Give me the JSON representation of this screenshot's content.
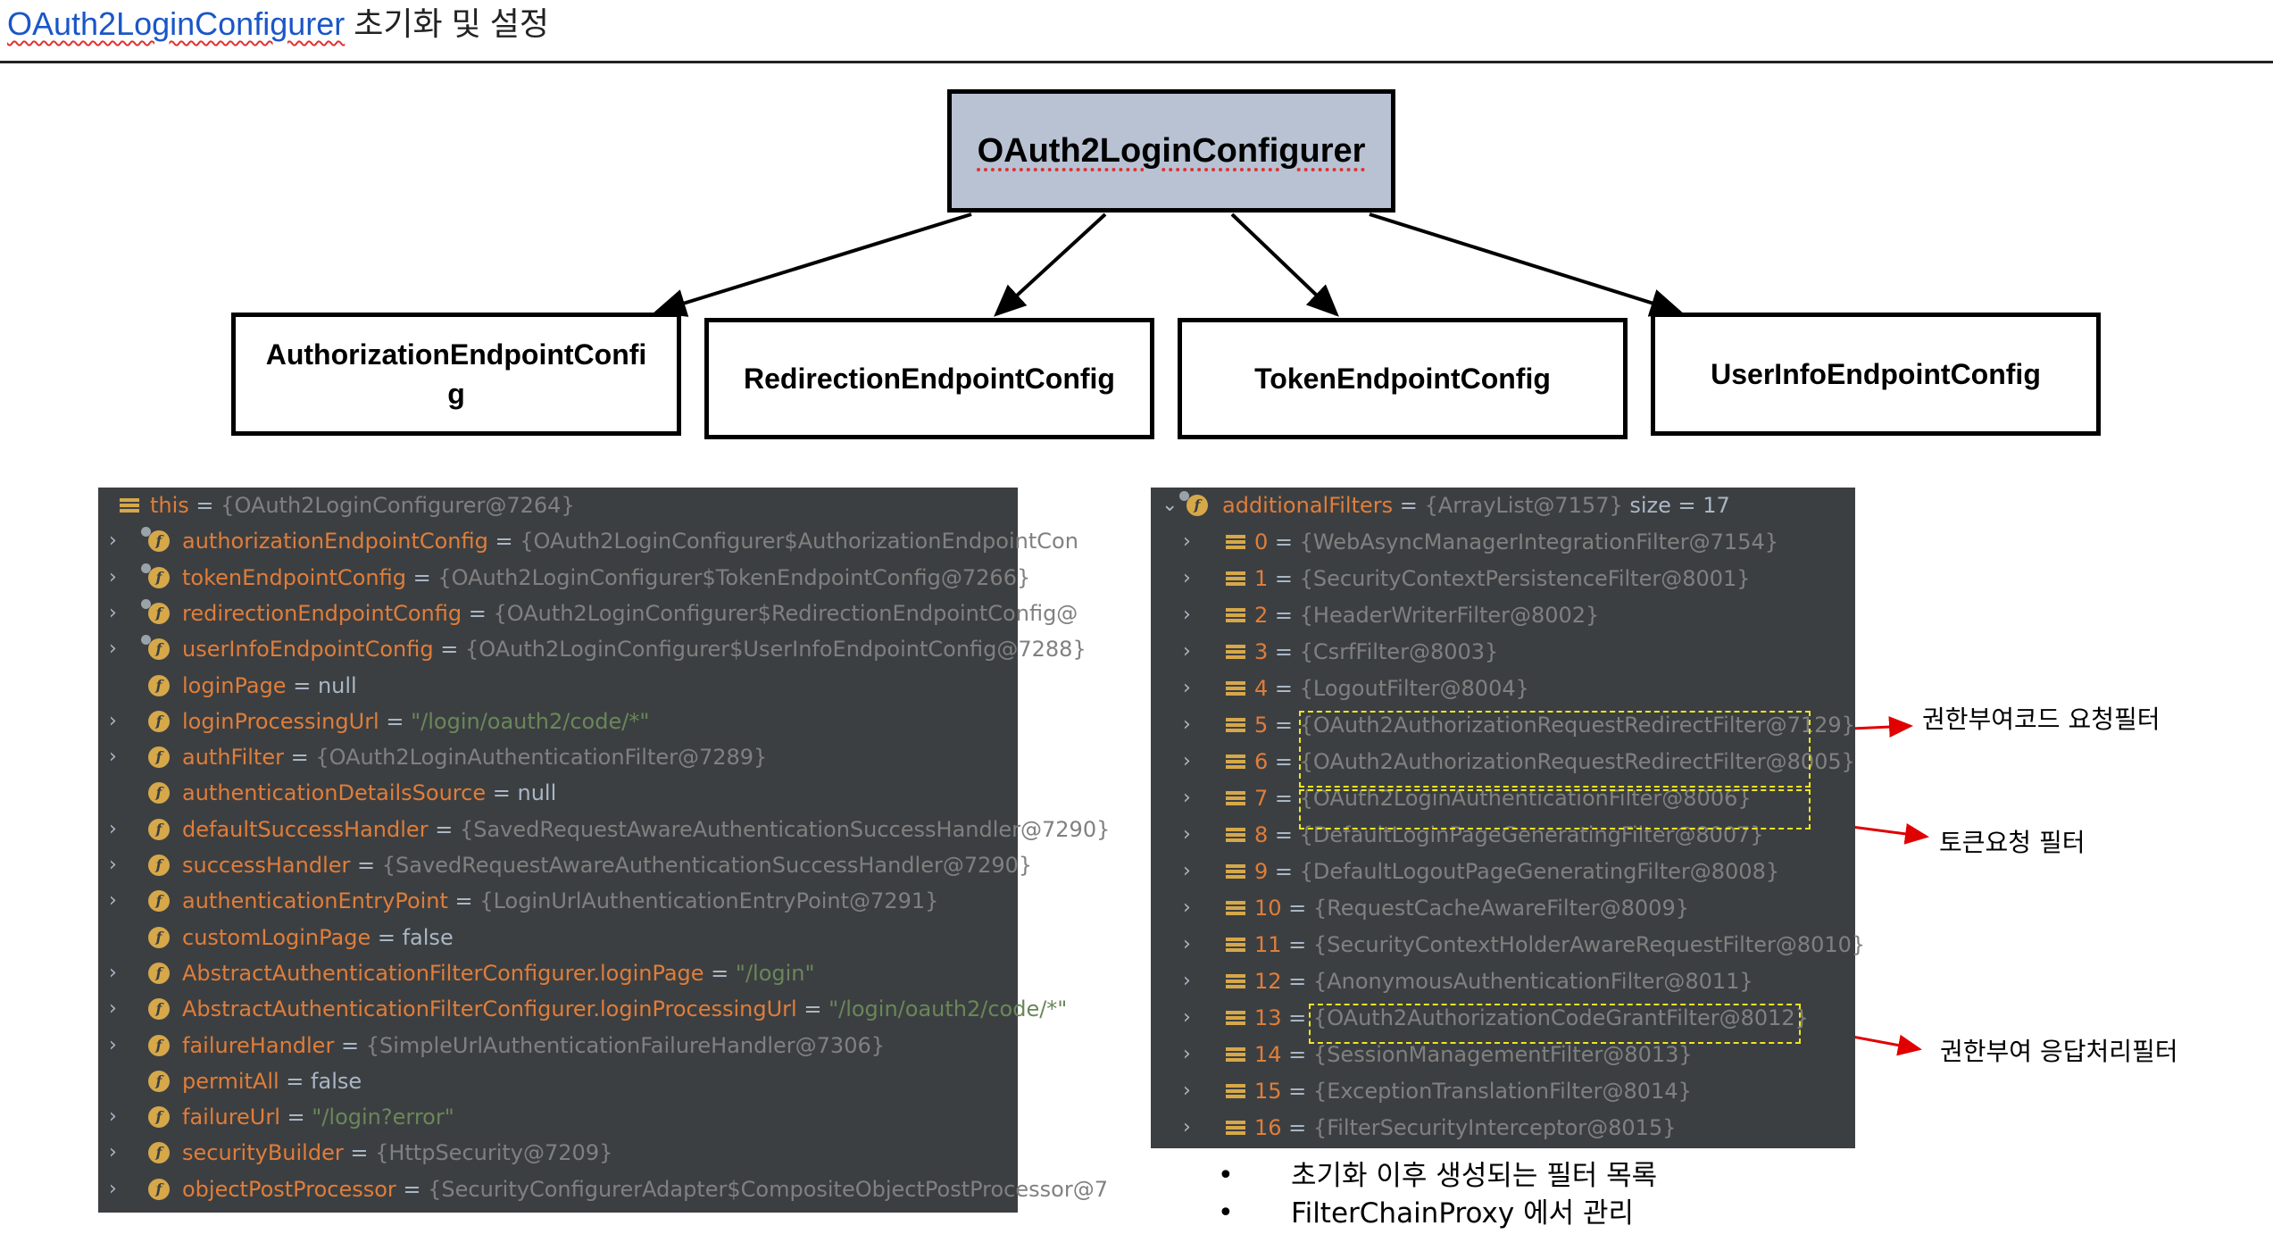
{
  "header": {
    "title_code": "OAuth2LoginConfigurer",
    "title_rest": " 초기화 및 설정"
  },
  "diagram": {
    "root": "OAuth2LoginConfigurer",
    "children": [
      {
        "label": "AuthorizationEndpointConfi g"
      },
      {
        "label": "RedirectionEndpointConfig"
      },
      {
        "label": "TokenEndpointConfig"
      },
      {
        "label": "UserInfoEndpointConfig"
      }
    ]
  },
  "left_panel": {
    "rows": [
      {
        "name": "this",
        "eq": " = ",
        "value": "{OAuth2LoginConfigurer@7264}",
        "kind": "val",
        "expandable": false,
        "icon": "list-icon"
      },
      {
        "name": "authorizationEndpointConfig",
        "eq": " = ",
        "value": "{OAuth2LoginConfigurer$AuthorizationEndpointCon",
        "kind": "val",
        "expandable": true,
        "icon": "field-icon",
        "locked": true
      },
      {
        "name": "tokenEndpointConfig",
        "eq": " = ",
        "value": "{OAuth2LoginConfigurer$TokenEndpointConfig@7266}",
        "kind": "val",
        "expandable": true,
        "icon": "field-icon",
        "locked": true
      },
      {
        "name": "redirectionEndpointConfig",
        "eq": " = ",
        "value": "{OAuth2LoginConfigurer$RedirectionEndpointConfig@",
        "kind": "val",
        "expandable": true,
        "icon": "field-icon",
        "locked": true
      },
      {
        "name": "userInfoEndpointConfig",
        "eq": " = ",
        "value": "{OAuth2LoginConfigurer$UserInfoEndpointConfig@7288}",
        "kind": "val",
        "expandable": true,
        "icon": "field-icon",
        "locked": true
      },
      {
        "name": "loginPage",
        "eq": " = ",
        "value": "null",
        "kind": "plain",
        "expandable": false,
        "icon": "field-icon"
      },
      {
        "name": "loginProcessingUrl",
        "eq": " = ",
        "value": "\"/login/oauth2/code/*\"",
        "kind": "str",
        "expandable": true,
        "icon": "field-icon"
      },
      {
        "name": "authFilter",
        "eq": " = ",
        "value": "{OAuth2LoginAuthenticationFilter@7289}",
        "kind": "val",
        "expandable": true,
        "icon": "field-icon"
      },
      {
        "name": "authenticationDetailsSource",
        "eq": " = ",
        "value": "null",
        "kind": "plain",
        "expandable": false,
        "icon": "field-icon"
      },
      {
        "name": "defaultSuccessHandler",
        "eq": " = ",
        "value": "{SavedRequestAwareAuthenticationSuccessHandler@7290}",
        "kind": "val",
        "expandable": true,
        "icon": "field-icon"
      },
      {
        "name": "successHandler",
        "eq": " = ",
        "value": "{SavedRequestAwareAuthenticationSuccessHandler@7290}",
        "kind": "val",
        "expandable": true,
        "icon": "field-icon"
      },
      {
        "name": "authenticationEntryPoint",
        "eq": " = ",
        "value": "{LoginUrlAuthenticationEntryPoint@7291}",
        "kind": "val",
        "expandable": true,
        "icon": "field-icon"
      },
      {
        "name": "customLoginPage",
        "eq": " = ",
        "value": "false",
        "kind": "plain",
        "expandable": false,
        "icon": "field-icon"
      },
      {
        "name": "AbstractAuthenticationFilterConfigurer.loginPage",
        "eq": " = ",
        "value": "\"/login\"",
        "kind": "str",
        "expandable": true,
        "icon": "field-icon"
      },
      {
        "name": "AbstractAuthenticationFilterConfigurer.loginProcessingUrl",
        "eq": " = ",
        "value": "\"/login/oauth2/code/*\"",
        "kind": "str",
        "expandable": true,
        "icon": "field-icon"
      },
      {
        "name": "failureHandler",
        "eq": " = ",
        "value": "{SimpleUrlAuthenticationFailureHandler@7306}",
        "kind": "val",
        "expandable": true,
        "icon": "field-icon"
      },
      {
        "name": "permitAll",
        "eq": " = ",
        "value": "false",
        "kind": "plain",
        "expandable": false,
        "icon": "field-icon"
      },
      {
        "name": "failureUrl",
        "eq": " = ",
        "value": "\"/login?error\"",
        "kind": "str",
        "expandable": true,
        "icon": "field-icon"
      },
      {
        "name": "securityBuilder",
        "eq": " = ",
        "value": "{HttpSecurity@7209}",
        "kind": "val",
        "expandable": true,
        "icon": "field-icon"
      },
      {
        "name": "objectPostProcessor",
        "eq": " = ",
        "value": "{SecurityConfigurerAdapter$CompositeObjectPostProcessor@7",
        "kind": "val",
        "expandable": true,
        "icon": "field-icon"
      }
    ]
  },
  "right_panel": {
    "header": {
      "name": "additionalFilters",
      "eq": " = ",
      "value": "{ArrayList@7157}",
      "size": "  size = 17"
    },
    "rows": [
      {
        "index": "0",
        "value": "{WebAsyncManagerIntegrationFilter@7154}"
      },
      {
        "index": "1",
        "value": "{SecurityContextPersistenceFilter@8001}"
      },
      {
        "index": "2",
        "value": "{HeaderWriterFilter@8002}"
      },
      {
        "index": "3",
        "value": "{CsrfFilter@8003}"
      },
      {
        "index": "4",
        "value": "{LogoutFilter@8004}"
      },
      {
        "index": "5",
        "value": "{OAuth2AuthorizationRequestRedirectFilter@7129}"
      },
      {
        "index": "6",
        "value": "{OAuth2AuthorizationRequestRedirectFilter@8005}"
      },
      {
        "index": "7",
        "value": "{OAuth2LoginAuthenticationFilter@8006}"
      },
      {
        "index": "8",
        "value": "{DefaultLoginPageGeneratingFilter@8007}"
      },
      {
        "index": "9",
        "value": "{DefaultLogoutPageGeneratingFilter@8008}"
      },
      {
        "index": "10",
        "value": "{RequestCacheAwareFilter@8009}"
      },
      {
        "index": "11",
        "value": "{SecurityContextHolderAwareRequestFilter@8010}"
      },
      {
        "index": "12",
        "value": "{AnonymousAuthenticationFilter@8011}"
      },
      {
        "index": "13",
        "value": "{OAuth2AuthorizationCodeGrantFilter@8012}"
      },
      {
        "index": "14",
        "value": "{SessionManagementFilter@8013}"
      },
      {
        "index": "15",
        "value": "{ExceptionTranslationFilter@8014}"
      },
      {
        "index": "16",
        "value": "{FilterSecurityInterceptor@8015}"
      }
    ]
  },
  "annotations": {
    "auth_code_request": "권한부여코드 요청필터",
    "token_request": "토큰요청 필터",
    "auth_response": "권한부여 응답처리필터"
  },
  "bullets": [
    "초기화 이후 생성되는 필터 목록",
    "FilterChainProxy 에서 관리"
  ],
  "colors": {
    "panel_bg": "#3c3f41",
    "root_box_fill": "#b8c2d3",
    "highlight": "#f0e51e",
    "arrow_red": "#e00000"
  }
}
